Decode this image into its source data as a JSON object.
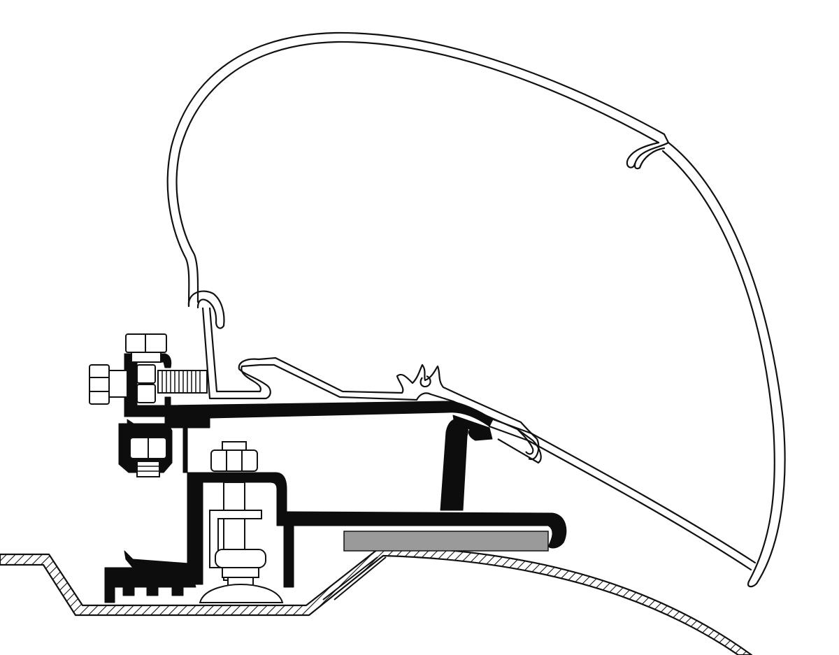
{
  "diagram": {
    "kind": "cross-section",
    "colors": {
      "background": "#ffffff",
      "outline": "#111111",
      "adapter_profile": "#0d0d0d",
      "seal_strip": "#9a9a9a",
      "hatch": "#111111"
    },
    "parts": [
      {
        "name": "awning-cassette",
        "icon": "cassette-outline"
      },
      {
        "name": "mounting-rail",
        "icon": "rail-outline"
      },
      {
        "name": "adapter-profile",
        "icon": "black-extrusion"
      },
      {
        "name": "clamp-bolt",
        "icon": "hex-bolt"
      },
      {
        "name": "roof-bolt",
        "icon": "hex-bolt"
      },
      {
        "name": "sealing-strip",
        "icon": "gray-strip"
      },
      {
        "name": "vehicle-roof",
        "icon": "hatched-section"
      }
    ]
  }
}
